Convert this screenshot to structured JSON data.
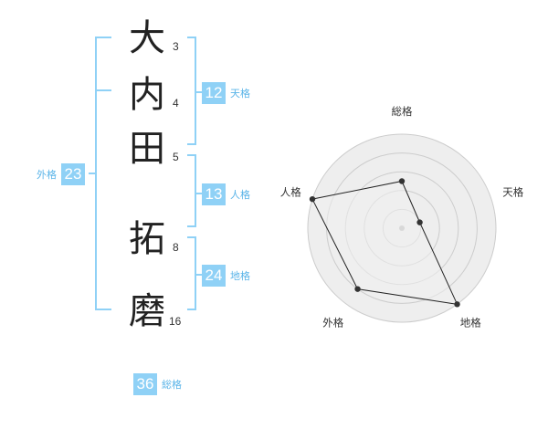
{
  "name": {
    "chars": [
      "大",
      "内",
      "田",
      "拓",
      "磨"
    ],
    "strokes": [
      "3",
      "4",
      "5",
      "8",
      "16"
    ]
  },
  "kaku": {
    "tenkaku": {
      "value": "12",
      "label": "天格"
    },
    "jinkaku": {
      "value": "13",
      "label": "人格"
    },
    "chikaku": {
      "value": "24",
      "label": "地格"
    },
    "gaikaku": {
      "value": "23",
      "label": "外格"
    },
    "soukaku": {
      "value": "36",
      "label": "総格"
    }
  },
  "colors": {
    "bracket": "#8fd1f6",
    "badge_bg": "#8fd1f6",
    "badge_text": "#ffffff",
    "label_text": "#5ab4e8",
    "radar_fill": "#eeeeee",
    "radar_grid": "#cccccc",
    "radar_line": "#222222"
  },
  "chart_data": {
    "type": "radar",
    "axes": [
      "総格",
      "天格",
      "地格",
      "外格",
      "人格"
    ],
    "rmax": 5,
    "rings": 5,
    "values": [
      2.5,
      1,
      5,
      4,
      5
    ]
  }
}
